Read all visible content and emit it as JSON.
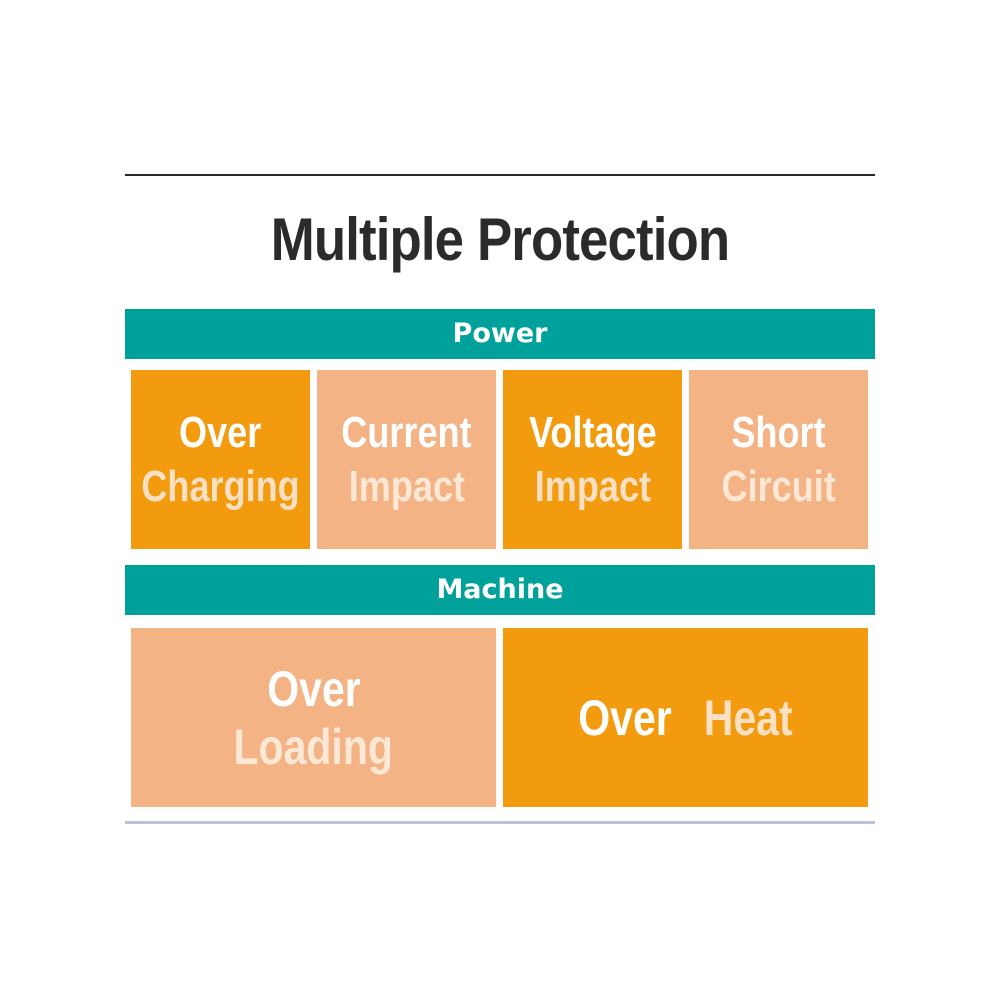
{
  "title": "Multiple Protection",
  "sections": {
    "power": {
      "label": "Power",
      "tiles": [
        {
          "line1": "Over",
          "line2": "Charging"
        },
        {
          "line1": "Current",
          "line2": "Impact"
        },
        {
          "line1": "Voltage",
          "line2": "Impact"
        },
        {
          "line1": "Short",
          "line2": "Circuit"
        }
      ]
    },
    "machine": {
      "label": "Machine",
      "tiles": [
        {
          "line1": "Over",
          "line2": "Loading"
        },
        {
          "line1": "Over",
          "line2": "Heat"
        }
      ]
    }
  },
  "colors": {
    "teal": "#00a19a",
    "orange": "#f29b0e",
    "peach": "#f4b384",
    "title": "#2b2b2b"
  }
}
